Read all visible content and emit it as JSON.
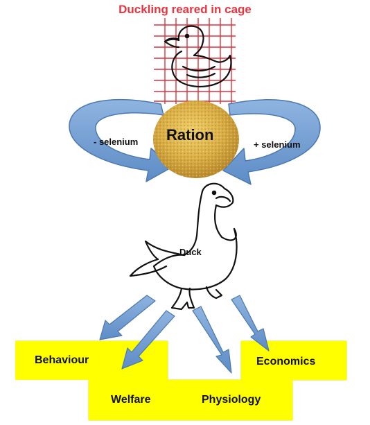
{
  "diagram": {
    "title": "Duckling reared in cage",
    "ration": "Ration",
    "minus_selenium": "- selenium",
    "plus_selenium": "+ selenium",
    "duck": "Duck",
    "outcomes": {
      "behaviour": "Behaviour",
      "welfare": "Welfare",
      "physiology": "Physiology",
      "economics": "Economics"
    }
  },
  "colors": {
    "title": "#e8343f",
    "cage_grid": "#e03038",
    "arrow_fill": "#6f9bd1",
    "arrow_stroke": "#4a78b0",
    "ration_feed": "#d9ad45",
    "outcome_box": "#ffff00"
  }
}
